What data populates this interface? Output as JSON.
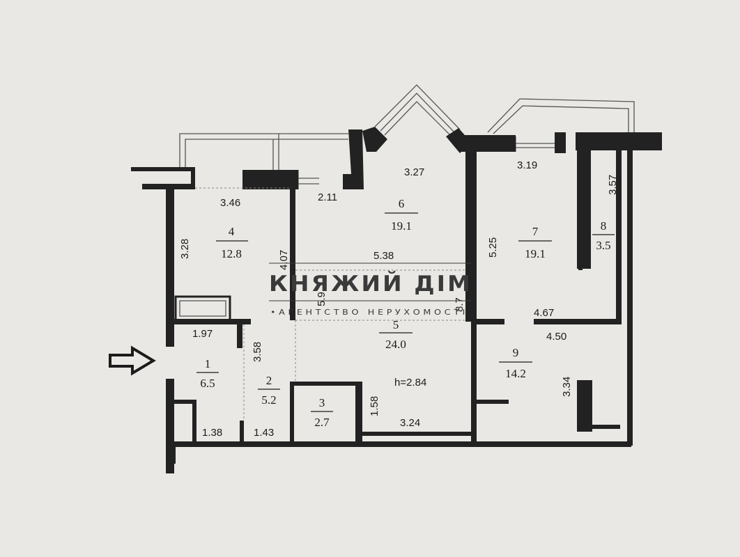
{
  "rooms": [
    {
      "number": "1",
      "area": "6.5"
    },
    {
      "number": "2",
      "area": "5.2"
    },
    {
      "number": "3",
      "area": "2.7"
    },
    {
      "number": "4",
      "area": "12.8"
    },
    {
      "number": "5",
      "area": "24.0"
    },
    {
      "number": "6",
      "area": "19.1"
    },
    {
      "number": "7",
      "area": "19.1"
    },
    {
      "number": "8",
      "area": "3.5"
    },
    {
      "number": "9",
      "area": "14.2"
    }
  ],
  "dimensions": [
    "3.46",
    "3.28",
    "4.07",
    "2.11",
    "3.27",
    "5.38",
    "3.19",
    "5.25",
    "3.57",
    "1.97",
    "3.58",
    "5.9",
    "4.67",
    "4.50",
    "3.34",
    "1.58",
    "3.24",
    "1.38",
    "1.43",
    "8.7"
  ],
  "ceiling_height": "h=2.84",
  "watermark": {
    "title": "КНЯЖИЙ ДІМ",
    "subtitle": "•АГЕНТСТВО НЕРУХОМОСТІ"
  },
  "colors": {
    "background": "#e9e8e4",
    "ink": "#222222"
  },
  "icons": {
    "entrance": "arrow-right-icon"
  }
}
